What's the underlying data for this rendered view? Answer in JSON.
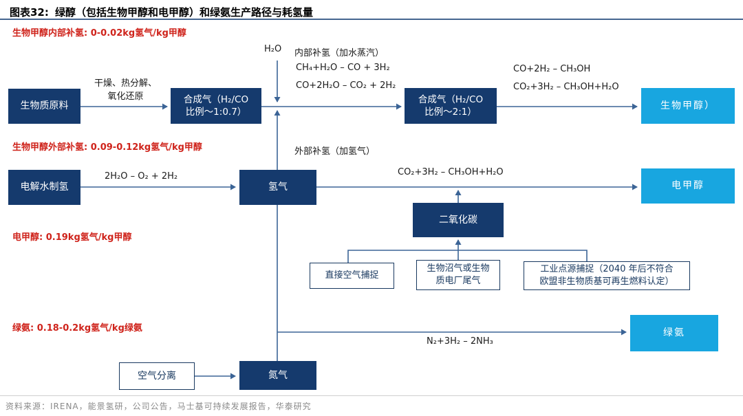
{
  "header": {
    "fig_label": "图表32:",
    "title": "绿醇（包括生物甲醇和电甲醇）和绿氨生产路径与耗氢量"
  },
  "annotations": {
    "bio_internal": "生物甲醇内部补氢: 0-0.02kg氢气/kg甲醇",
    "bio_external": "生物甲醇外部补氢: 0.09-0.12kg氢气/kg甲醇",
    "e_methanol": "电甲醇: 0.19kg氢气/kg甲醇",
    "green_ammonia": "绿氨: 0.18-0.2kg氢气/kg绿氨"
  },
  "nodes": {
    "biomass": {
      "l1": "生物质原料"
    },
    "syngas1": {
      "l1": "合成气（H₂/CO",
      "l2": "比例～1:0.7）"
    },
    "syngas2": {
      "l1": "合成气（H₂/CO",
      "l2": "比例～2:1）"
    },
    "bio_methanol": {
      "l1": "生物甲醇）"
    },
    "electrolysis": {
      "l1": "电解水制氢"
    },
    "hydrogen": {
      "l1": "氢气"
    },
    "e_methanol": {
      "l1": "电甲醇"
    },
    "co2": {
      "l1": "二氧化碳"
    },
    "dac": {
      "l1": "直接空气捕捉"
    },
    "biogas": {
      "l1": "生物沼气或生物",
      "l2": "质电厂尾气"
    },
    "industrial": {
      "l1": "工业点源捕捉（2040 年后不符合",
      "l2": "欧盟非生物质基可再生燃料认定）"
    },
    "air_separation": {
      "l1": "空气分离"
    },
    "nitrogen": {
      "l1": "氮气"
    },
    "green_ammonia": {
      "l1": "绿氨"
    }
  },
  "labels": {
    "h2o": "H₂O",
    "internal_supp": "内部补氢（加水蒸汽）",
    "reform1": "CH₄+H₂O – CO + 3H₂",
    "reform2": "CO+2H₂O – CO₂ + 2H₂",
    "drying1": "干燥、热分解、",
    "drying2": "氧化还原",
    "meoh1": "CO+2H₂ – CH₃OH",
    "meoh2": "CO₂+3H₂ – CH₃OH+H₂O",
    "external_supp": "外部补氢（加氢气）",
    "electrolysis_eq": "2H₂O – O₂ + 2H₂",
    "co2_meoh_eq": "CO₂+3H₂ – CH₃OH+H₂O",
    "ammonia_eq": "N₂+3H₂ – 2NH₃"
  },
  "footer": {
    "source": "资料来源：IRENA，能景氢研，公司公告，马士基可持续发展报告，华泰研究"
  },
  "colors": {
    "navy_box": "#153a6d",
    "light_blue_box": "#18a6e0",
    "red_note": "#cf231b",
    "connector_line": "#3b6496",
    "title_rule": "#44658f"
  }
}
